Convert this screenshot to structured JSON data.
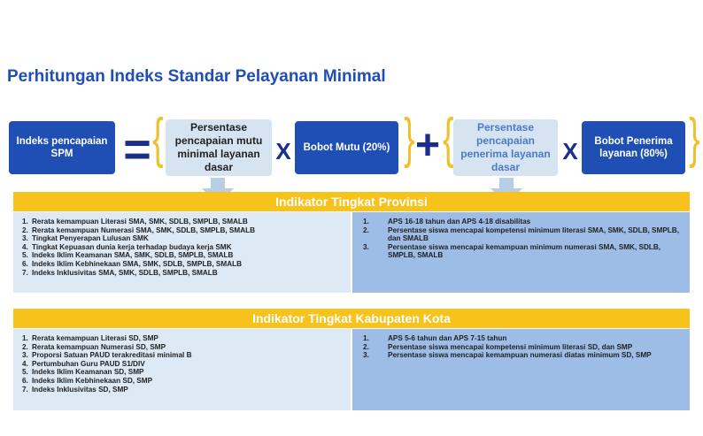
{
  "title": "Perhitungan Indeks Standar Pelayanan Minimal",
  "formula": {
    "index_box": "Indeks pencapaian SPM",
    "equals": "=",
    "term1_a": "Persentase pencapaian mutu minimal layanan dasar",
    "times1": "X",
    "term1_b": "Bobot Mutu (20%)",
    "plus": "+",
    "term2_a": "Persentase pencapaian penerima layanan dasar",
    "times2": "X",
    "term2_b": "Bobot Penerima layanan (80%)"
  },
  "provinsi": {
    "header": "Indikator Tingkat Provinsi",
    "left": [
      {
        "num": "1.",
        "text": "Rerata kemampuan Literasi SMA, SMK, SDLB, SMPLB, SMALB"
      },
      {
        "num": "2.",
        "text": "Rerata kemampuan Numerasi SMA, SMK, SDLB, SMPLB, SMALB"
      },
      {
        "num": "3.",
        "text": "Tingkat Penyerapan Lulusan SMK"
      },
      {
        "num": "4.",
        "text": "Tingkat Kepuasan dunia kerja terhadap budaya kerja SMK"
      },
      {
        "num": "5.",
        "text": "Indeks Iklim Keamanan SMA, SMK, SDLB, SMPLB, SMALB"
      },
      {
        "num": "6.",
        "text": "Indeks Iklim Kebhinekaan SMA, SMK, SDLB, SMPLB, SMALB"
      },
      {
        "num": "7.",
        "text": "Indeks Inklusivitas SMA, SMK, SDLB, SMPLB, SMALB"
      }
    ],
    "right": [
      {
        "num": "1.",
        "text": "APS 16-18 tahun dan APS 4-18 disabilitas"
      },
      {
        "num": "2.",
        "text": "Persentase siswa mencapai kompetensi minimum literasi SMA, SMK, SDLB, SMPLB, dan SMALB"
      },
      {
        "num": "3.",
        "text": "Persentase siswa mencapai kemampuan minimum numerasi SMA, SMK, SDLB, SMPLB, SMALB"
      }
    ]
  },
  "kabupaten": {
    "header": "Indikator Tingkat Kabupaten Kota",
    "left": [
      {
        "num": "1.",
        "text": "Rerata kemampuan Literasi SD, SMP"
      },
      {
        "num": "2.",
        "text": "Rerata kemampuan Numerasi SD, SMP"
      },
      {
        "num": "3.",
        "text": "Proporsi Satuan PAUD terakreditasi minimal B"
      },
      {
        "num": "4.",
        "text": "Pertumbuhan Guru PAUD S1/DIV"
      },
      {
        "num": "5.",
        "text": "Indeks Iklim Keamanan SD, SMP"
      },
      {
        "num": "6.",
        "text": "Indeks Iklim Kebhinekaan SD, SMP"
      },
      {
        "num": "7.",
        "text": "Indeks Inklusivitas SD, SMP"
      }
    ],
    "right": [
      {
        "num": "1.",
        "text": "APS 5-6 tahun  dan APS 7-15 tahun"
      },
      {
        "num": "2.",
        "text": "Persentase siswa mencapai kompetensi minimum  literasi SD, dan SMP"
      },
      {
        "num": "3.",
        "text": "Persentase siswa mencapai kemampuan numerasi diatas minimum SD, SMP"
      }
    ]
  },
  "colors": {
    "primary": "#1f4fb5",
    "accent": "#f8c21c",
    "light_panel": "#dde9f4",
    "blue_panel": "#9dbde6"
  }
}
